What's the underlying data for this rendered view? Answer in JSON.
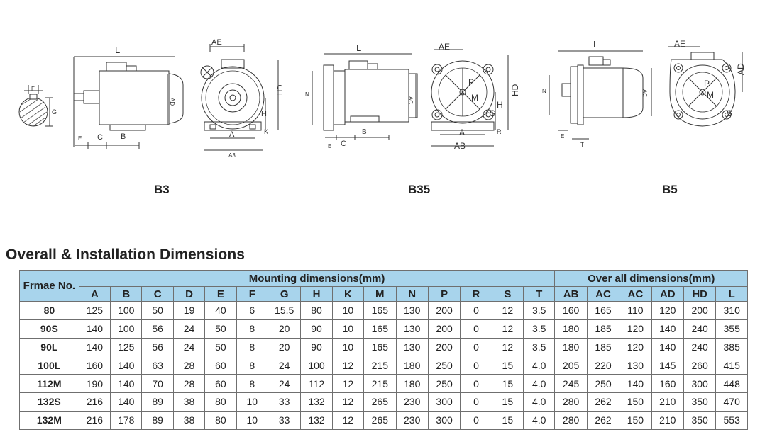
{
  "drawings": [
    {
      "label": "B3"
    },
    {
      "label": "B35"
    },
    {
      "label": "B5"
    }
  ],
  "drawing_marks": {
    "shaft": [
      "G",
      "F"
    ],
    "b3_side": [
      "L",
      "AD",
      "E",
      "C",
      "B"
    ],
    "b3_front": [
      "AE",
      "HD",
      "H",
      "A",
      "K",
      "A3"
    ],
    "b35_side": [
      "L",
      "N",
      "AC",
      "E",
      "C",
      "B"
    ],
    "b35_front": [
      "AE",
      "P",
      "M",
      "S",
      "H",
      "HD",
      "A",
      "R",
      "AB"
    ],
    "b5_side": [
      "L",
      "N",
      "AC",
      "E",
      "T"
    ],
    "b5_front": [
      "AE",
      "AD",
      "P",
      "M",
      "S"
    ]
  },
  "section_title": "Overall & Installation Dimensions",
  "table": {
    "frame_header": "Frmae No.",
    "group_mounting": "Mounting dimensions(mm)",
    "group_overall": "Over all dimensions(mm)",
    "mounting_columns": [
      "A",
      "B",
      "C",
      "D",
      "E",
      "F",
      "G",
      "H",
      "K",
      "M",
      "N",
      "P",
      "R",
      "S",
      "T"
    ],
    "overall_columns": [
      "AB",
      "AC",
      "AC",
      "AD",
      "HD",
      "L"
    ],
    "rows": [
      [
        "80",
        "125",
        "100",
        "50",
        "19",
        "40",
        "6",
        "15.5",
        "80",
        "10",
        "165",
        "130",
        "200",
        "0",
        "12",
        "3.5",
        "160",
        "165",
        "110",
        "120",
        "200",
        "310"
      ],
      [
        "90S",
        "140",
        "100",
        "56",
        "24",
        "50",
        "8",
        "20",
        "90",
        "10",
        "165",
        "130",
        "200",
        "0",
        "12",
        "3.5",
        "180",
        "185",
        "120",
        "140",
        "240",
        "355"
      ],
      [
        "90L",
        "140",
        "125",
        "56",
        "24",
        "50",
        "8",
        "20",
        "90",
        "10",
        "165",
        "130",
        "200",
        "0",
        "12",
        "3.5",
        "180",
        "185",
        "120",
        "140",
        "240",
        "385"
      ],
      [
        "100L",
        "160",
        "140",
        "63",
        "28",
        "60",
        "8",
        "24",
        "100",
        "12",
        "215",
        "180",
        "250",
        "0",
        "15",
        "4.0",
        "205",
        "220",
        "130",
        "145",
        "260",
        "415"
      ],
      [
        "112M",
        "190",
        "140",
        "70",
        "28",
        "60",
        "8",
        "24",
        "112",
        "12",
        "215",
        "180",
        "250",
        "0",
        "15",
        "4.0",
        "245",
        "250",
        "140",
        "160",
        "300",
        "448"
      ],
      [
        "132S",
        "216",
        "140",
        "89",
        "38",
        "80",
        "10",
        "33",
        "132",
        "12",
        "265",
        "230",
        "300",
        "0",
        "15",
        "4.0",
        "280",
        "262",
        "150",
        "210",
        "350",
        "470"
      ],
      [
        "132M",
        "216",
        "178",
        "89",
        "38",
        "80",
        "10",
        "33",
        "132",
        "12",
        "265",
        "230",
        "300",
        "0",
        "15",
        "4.0",
        "280",
        "262",
        "150",
        "210",
        "350",
        "553"
      ]
    ]
  },
  "colors": {
    "header_fill": "#a8d4ec",
    "line": "#333333",
    "text": "#222222"
  }
}
